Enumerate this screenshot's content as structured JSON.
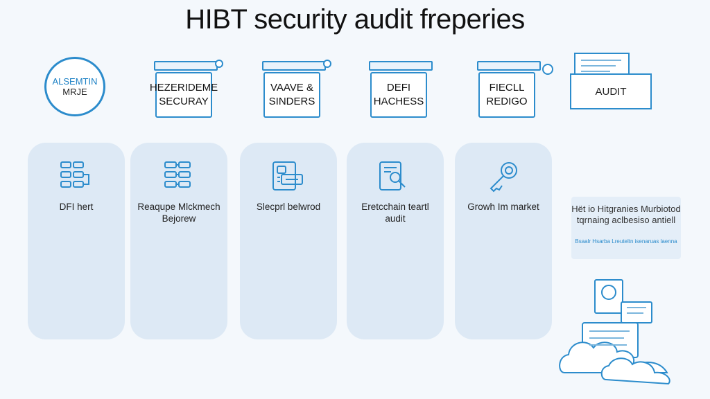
{
  "title": "HIBT security audit freperies",
  "badge": {
    "line1": "ALSEMTIN",
    "line2": "MRJE"
  },
  "steps": [
    {
      "line1": "HEZERIDEME",
      "line2": "SECURAY",
      "icon": "gear-icon"
    },
    {
      "line1": "VAAVE &",
      "line2": "SINDERS",
      "icon": "gear-icon"
    },
    {
      "line1": "DEFI",
      "line2": "HACHESS",
      "icon": "none"
    },
    {
      "line1": "FIECLL",
      "line2": "REDIGO",
      "icon": "shield-icon"
    }
  ],
  "audit_box": {
    "label": "AUDIT"
  },
  "columns": [
    {
      "label": "DFI hert",
      "icon": "grid-flowchart-icon"
    },
    {
      "label": "Reaqupe Mlckmech Bejorew",
      "icon": "grid-flowchart-icon"
    },
    {
      "label": "Slecprl belwrod",
      "icon": "chip-card-icon"
    },
    {
      "label": "Eretcchain teartl audit",
      "icon": "magnifier-grid-icon"
    },
    {
      "label": "Growh Im market",
      "icon": "key-lock-icon"
    }
  ],
  "info_card": {
    "text": "Hët io Hitgranies Murbiotod tqrnaing aclbesiso antiell",
    "fine_print": "Bsaalr Hsarba Lreuteltn isenaruas laenna"
  },
  "colors": {
    "accent": "#2c8ccc",
    "column_bg": "#dde9f5",
    "page_bg": "#f4f8fc"
  }
}
